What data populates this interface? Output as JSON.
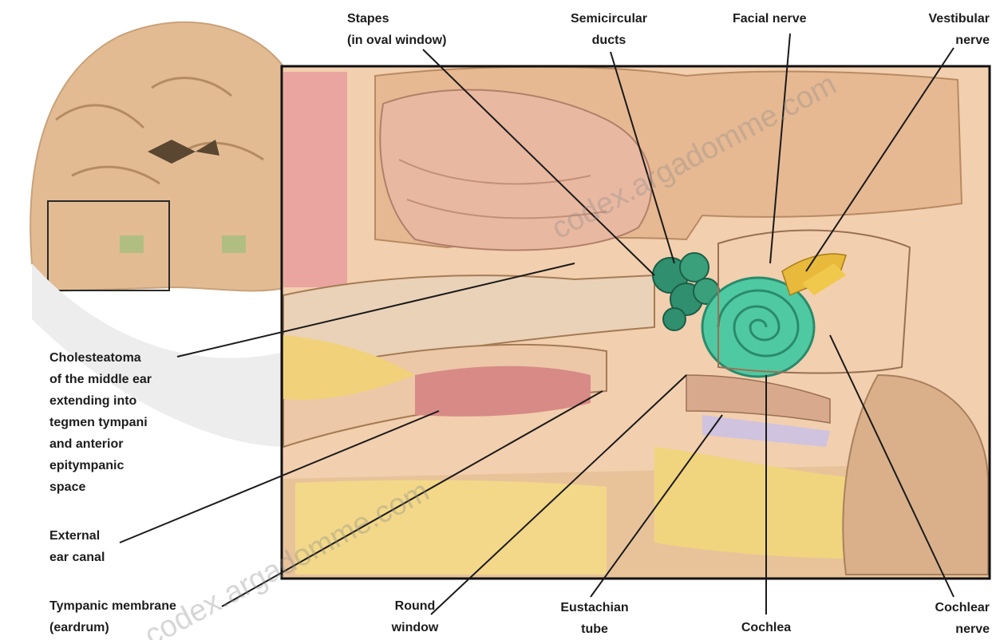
{
  "labels": {
    "stapes": [
      "Stapes",
      "(in oval window)"
    ],
    "semicircular_ducts": [
      "Semicircular",
      "ducts"
    ],
    "facial_nerve": [
      "Facial nerve"
    ],
    "vestibular_nerve": [
      "Vestibular",
      "nerve"
    ],
    "cholesteatoma": [
      "Cholesteatoma",
      "of the middle ear",
      "extending into",
      "tegmen tympani",
      "and anterior",
      "epitympanic",
      "space"
    ],
    "external_ear_canal": [
      "External",
      "ear canal"
    ],
    "tympanic_membrane": [
      "Tympanic membrane",
      "(eardrum)"
    ],
    "round_window": [
      "Round",
      "window"
    ],
    "eustachian_tube": [
      "Eustachian",
      "tube"
    ],
    "cochlea": [
      "Cochlea"
    ],
    "cochlear_nerve": [
      "Cochlear",
      "nerve"
    ]
  },
  "watermark": "codex.argadomme.com",
  "colors": {
    "bone": "#e7c19c",
    "bone_dark": "#c9a27a",
    "tissue": "#f0cfae",
    "cochlea": "#4fc9a2",
    "ossicles": "#2f8f6e",
    "nerve": "#e8b93a",
    "cholesteatoma": "#e9a3a3",
    "leader": "#1a1a1a"
  }
}
